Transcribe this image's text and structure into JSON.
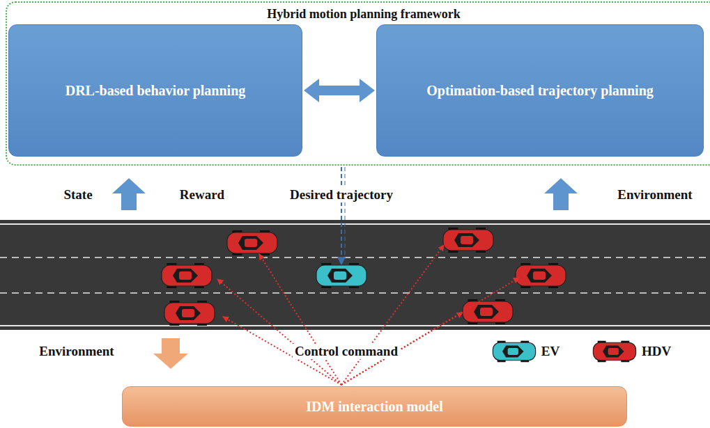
{
  "diagram": {
    "nodes": [
      {
        "text": [
          "Hybrid motion planning framework"
        ]
      },
      {
        "text": [
          "DRL-based behavior planning"
        ],
        "in": 0
      },
      {
        "text": [
          "Optimation-based trajectory planning"
        ],
        "in": 0
      },
      {
        "text": [
          "IDM interaction model"
        ]
      }
    ],
    "edges": [
      {
        "from": 1,
        "to": 2,
        "arrow": "both"
      }
    ],
    "labels": [
      "State",
      "Reward",
      "Desired trajectory",
      "Environment",
      "Environment",
      "Control command"
    ],
    "legend": [
      {
        "text": "EV"
      },
      {
        "text": "HDV"
      }
    ]
  }
}
